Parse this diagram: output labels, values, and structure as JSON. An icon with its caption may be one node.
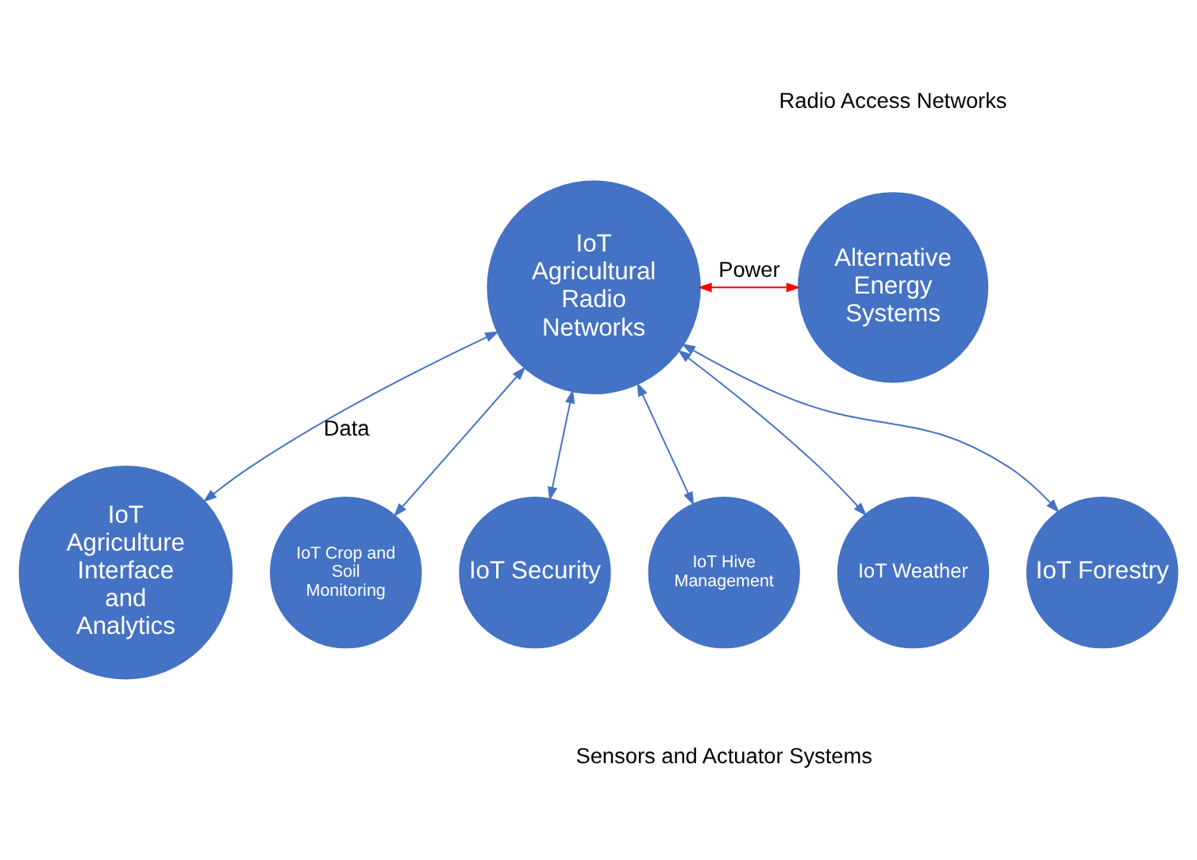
{
  "diagram": {
    "nodes": [
      {
        "text": [
          "IoT Agriculture Interface and Analytics"
        ]
      },
      {
        "text": [
          "IoT Agricultural Radio Networks"
        ]
      },
      {
        "text": [
          "Alternative Energy Systems"
        ]
      },
      {
        "text": [
          "IoT Crop and Soil Monitoring"
        ]
      },
      {
        "text": [
          "IoT Security"
        ]
      },
      {
        "text": [
          "IoT Hive Management"
        ]
      },
      {
        "text": [
          "IoT Weather"
        ]
      },
      {
        "text": [
          "IoT Forestry"
        ]
      }
    ],
    "edges": [
      {
        "from": 1,
        "to": 0,
        "arrow": "both",
        "label": "Data"
      },
      {
        "from": 1,
        "to": 2,
        "arrow": "both",
        "label": "Power",
        "color": "#ff0000"
      },
      {
        "from": 1,
        "to": 3,
        "arrow": "both"
      },
      {
        "from": 1,
        "to": 4,
        "arrow": "both"
      },
      {
        "from": 1,
        "to": 5,
        "arrow": "both"
      },
      {
        "from": 1,
        "to": 6,
        "arrow": "both"
      },
      {
        "from": 1,
        "to": 7,
        "arrow": "both"
      }
    ],
    "labels": [
      "Radio Access Networks",
      "Sensors and Actuator Systems"
    ]
  }
}
